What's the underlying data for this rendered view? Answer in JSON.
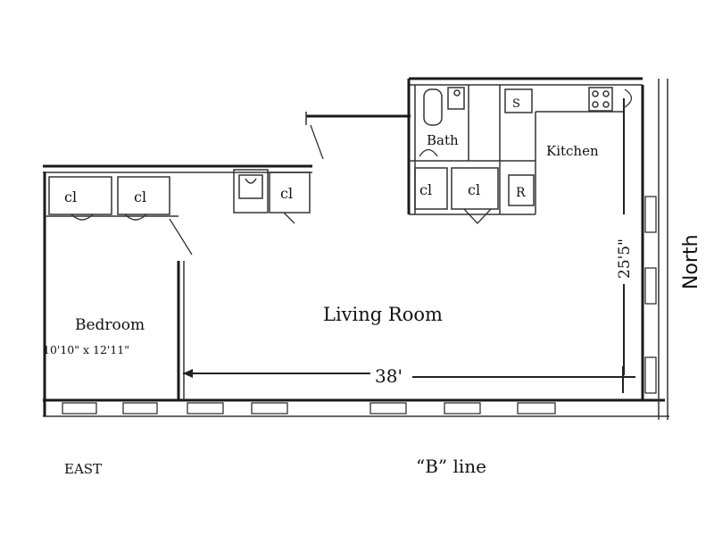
{
  "rooms": {
    "living_room": "Living Room",
    "bedroom": "Bedroom",
    "bedroom_size": "10'10\" x 12'11\"",
    "kitchen": "Kitchen",
    "bath": "Bath",
    "closet": "cl",
    "range": "R",
    "sink": "S"
  },
  "dimensions": {
    "width": "38'",
    "depth": "25'5\""
  },
  "orientation": {
    "north": "North",
    "east": "EAST"
  },
  "footer": {
    "line": "“B” line"
  }
}
